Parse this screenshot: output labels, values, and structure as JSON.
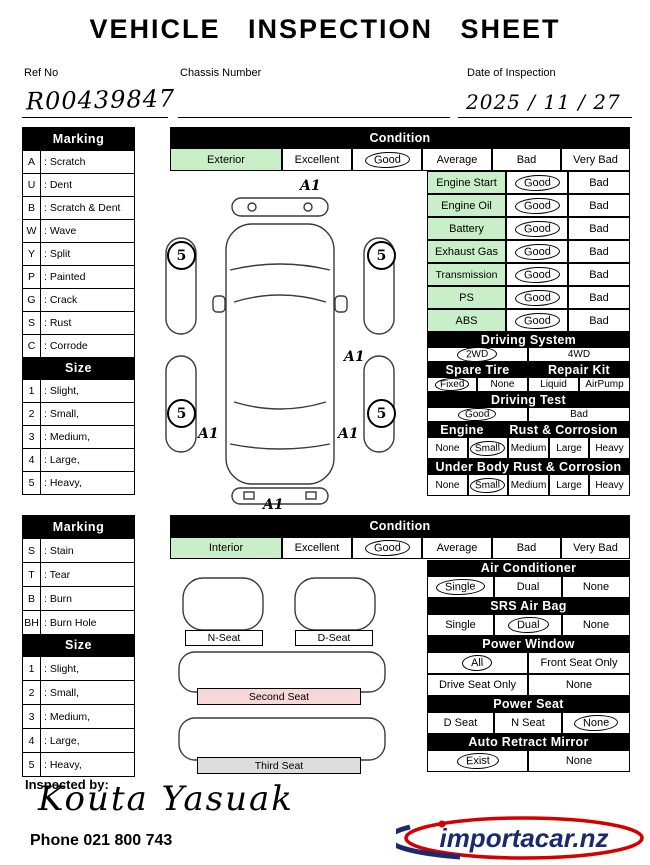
{
  "title": "VEHICLE INSPECTION SHEET",
  "header": {
    "ref_no_label": "Ref No",
    "ref_no_value": "R00439847",
    "chassis_label": "Chassis Number",
    "date_label": "Date of Inspection",
    "date_value": "2025 / 11 / 27"
  },
  "exterior": {
    "marking": {
      "header": "Marking",
      "rows": [
        {
          "code": "A",
          "label": ": Scratch"
        },
        {
          "code": "U",
          "label": ": Dent"
        },
        {
          "code": "B",
          "label": ": Scratch & Dent"
        },
        {
          "code": "W",
          "label": ": Wave"
        },
        {
          "code": "Y",
          "label": ": Split"
        },
        {
          "code": "P",
          "label": ": Painted"
        },
        {
          "code": "G",
          "label": ": Crack"
        },
        {
          "code": "S",
          "label": ": Rust"
        },
        {
          "code": "C",
          "label": ": Corrode"
        }
      ],
      "size_header": "Size",
      "size_rows": [
        {
          "code": "1",
          "label": ": Slight,"
        },
        {
          "code": "2",
          "label": ": Small,"
        },
        {
          "code": "3",
          "label": ": Medium,"
        },
        {
          "code": "4",
          "label": ": Large,"
        },
        {
          "code": "5",
          "label": ": Heavy,"
        }
      ]
    },
    "condition": {
      "header": "Condition",
      "grade": {
        "label": "Exterior",
        "options": [
          "Excellent",
          "Good",
          "Average",
          "Bad",
          "Very Bad"
        ],
        "selected": "Good"
      },
      "checks": [
        {
          "label": "Engine Start",
          "options": [
            "Good",
            "Bad"
          ],
          "selected": "Good"
        },
        {
          "label": "Engine Oil",
          "options": [
            "Good",
            "Bad"
          ],
          "selected": "Good"
        },
        {
          "label": "Battery",
          "options": [
            "Good",
            "Bad"
          ],
          "selected": "Good"
        },
        {
          "label": "Exhaust Gas",
          "options": [
            "Good",
            "Bad"
          ],
          "selected": "Good"
        },
        {
          "label": "Transmission",
          "options": [
            "Good",
            "Bad"
          ],
          "selected": "Good"
        },
        {
          "label": "PS",
          "options": [
            "Good",
            "Bad"
          ],
          "selected": "Good"
        },
        {
          "label": "ABS",
          "options": [
            "Good",
            "Bad"
          ],
          "selected": "Good"
        }
      ],
      "driving_system": {
        "header": "Driving System",
        "options": [
          "2WD",
          "4WD"
        ],
        "selected": "2WD"
      },
      "spare_tire": {
        "header": "Spare Tire",
        "options": [
          "Fixed",
          "None"
        ],
        "selected": "Fixed"
      },
      "repair_kit": {
        "header": "Repair Kit",
        "options": [
          "Liquid",
          "AirPump"
        ],
        "selected": ""
      },
      "driving_test": {
        "header": "Driving Test",
        "options": [
          "Good",
          "Bad"
        ],
        "selected": "Good"
      },
      "engine_rust": {
        "header_left": "Engine",
        "header_right": "Rust & Corrosion",
        "options": [
          "None",
          "Small",
          "Medium",
          "Large",
          "Heavy"
        ],
        "selected": "Small"
      },
      "underbody_rust": {
        "header": "Under Body Rust & Corrosion",
        "options": [
          "None",
          "Small",
          "Medium",
          "Large",
          "Heavy"
        ],
        "selected": "Small"
      }
    },
    "diagram_annotations": [
      {
        "label": "A1",
        "circled": false
      },
      {
        "label": "5",
        "circled": true
      },
      {
        "label": "5",
        "circled": true
      },
      {
        "label": "A1",
        "circled": false
      },
      {
        "label": "5",
        "circled": true
      },
      {
        "label": "5",
        "circled": true
      },
      {
        "label": "A1",
        "circled": false
      },
      {
        "label": "A1",
        "circled": false
      },
      {
        "label": "A1",
        "circled": false
      }
    ]
  },
  "interior": {
    "marking": {
      "header": "Marking",
      "rows": [
        {
          "code": "S",
          "label": ": Stain"
        },
        {
          "code": "T",
          "label": ": Tear"
        },
        {
          "code": "B",
          "label": ": Burn"
        },
        {
          "code": "BH",
          "label": ": Burn Hole"
        }
      ],
      "size_header": "Size",
      "size_rows": [
        {
          "code": "1",
          "label": ": Slight,"
        },
        {
          "code": "2",
          "label": ": Small,"
        },
        {
          "code": "3",
          "label": ": Medium,"
        },
        {
          "code": "4",
          "label": ": Large,"
        },
        {
          "code": "5",
          "label": ": Heavy,"
        }
      ]
    },
    "condition": {
      "header": "Condition",
      "grade": {
        "label": "Interior",
        "options": [
          "Excellent",
          "Good",
          "Average",
          "Bad",
          "Very Bad"
        ],
        "selected": "Good"
      },
      "air_conditioner": {
        "header": "Air Conditioner",
        "options": [
          "Single",
          "Dual",
          "None"
        ],
        "selected": "Single"
      },
      "srs_air_bag": {
        "header": "SRS Air Bag",
        "options": [
          "Single",
          "Dual",
          "None"
        ],
        "selected": "Dual"
      },
      "power_window": {
        "header": "Power Window",
        "row1": [
          "All",
          "Front Seat Only"
        ],
        "row2": [
          "Drive Seat Only",
          "None"
        ],
        "selected": "All"
      },
      "power_seat": {
        "header": "Power Seat",
        "options": [
          "D Seat",
          "N Seat",
          "None"
        ],
        "selected": "None"
      },
      "auto_retract_mirror": {
        "header": "Auto Retract Mirror",
        "options": [
          "Exist",
          "None"
        ],
        "selected": "Exist"
      }
    },
    "seats": {
      "n_seat": "N-Seat",
      "d_seat": "D-Seat",
      "second": "Second Seat",
      "third": "Third Seat"
    }
  },
  "footer": {
    "inspected_by_label": "Inspected by:",
    "signature": "Kouta Yasuak",
    "phone": "Phone 021 800 743",
    "logo_text": "importacar.nz"
  },
  "colors": {
    "highlight_green": "#c9efc9",
    "second_seat_pink": "#f6d8d8",
    "third_seat_gray": "#dcdcdc",
    "logo_red": "#d40000",
    "logo_navy": "#1b2a6b",
    "header_black": "#000000"
  }
}
